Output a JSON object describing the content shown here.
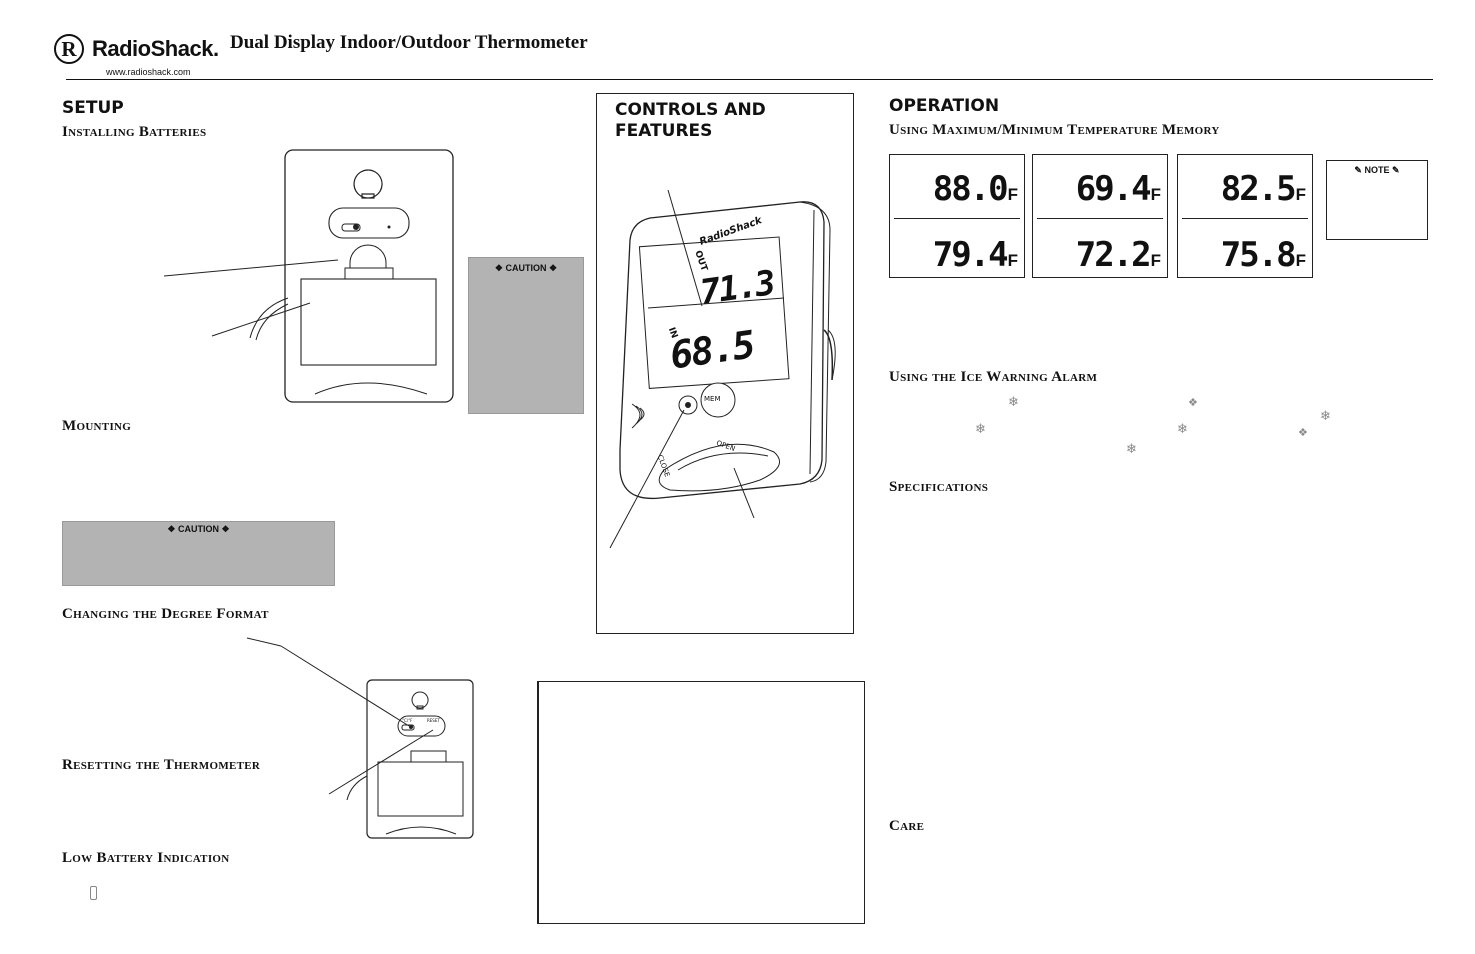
{
  "header": {
    "logo_letter": "R",
    "logo_brand": "RadioShack",
    "logo_reg": ".",
    "logo_url": "www.radioshack.com",
    "title": "Dual Display Indoor/Outdoor Thermometer"
  },
  "setup": {
    "title": "SETUP",
    "installing_batteries": "Installing Batteries",
    "caution_label": "CAUTION",
    "mounting": "Mounting",
    "caution_label_2": "CAUTION",
    "changing_degree_format": "Changing the Degree Format",
    "resetting": "Resetting the Thermometer",
    "low_battery": "Low Battery Indication"
  },
  "device_small": {
    "switch_label": "°C/°F",
    "reset_label": "RESET"
  },
  "controls": {
    "title_line1": "CONTROLS AND",
    "title_line2": "FEATURES",
    "brand": "RadioShack",
    "out_label": "OUT",
    "out_temp": "71.3",
    "in_label": "IN",
    "in_temp": "68.5",
    "mem_label": "MEM",
    "open_label": "OPEN",
    "close_label": "CLOSE"
  },
  "operation": {
    "title": "OPERATION",
    "max_min_memory": "Using Maximum/Minimum Temperature Memory",
    "note_label": "NOTE",
    "ice_warning": "Using the Ice Warning Alarm",
    "specifications": "Specifications",
    "care": "Care"
  },
  "memory_displays": [
    {
      "top": "88.0",
      "bottom": "79.4",
      "unit": "F"
    },
    {
      "top": "69.4",
      "bottom": "72.2",
      "unit": "F"
    },
    {
      "top": "82.5",
      "bottom": "75.8",
      "unit": "F"
    }
  ],
  "icons": {
    "snowflake": "snowflake-icon",
    "warning": "warning-icon",
    "note": "note-icon",
    "battery": "battery-icon"
  }
}
